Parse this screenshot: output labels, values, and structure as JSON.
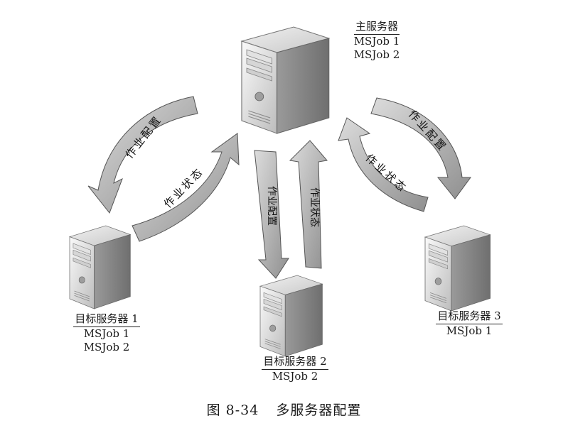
{
  "main_server": {
    "name": "主服务器",
    "jobs": [
      "MSJob 1",
      "MSJob 2"
    ]
  },
  "target_servers": [
    {
      "name": "目标服务器 1",
      "jobs": [
        "MSJob 1",
        "MSJob 2"
      ]
    },
    {
      "name": "目标服务器 2",
      "jobs": [
        "MSJob 2"
      ]
    },
    {
      "name": "目标服务器 3",
      "jobs": [
        "MSJob 1"
      ]
    }
  ],
  "arrow_labels": {
    "config": "作业配置",
    "status": "作业状态"
  },
  "caption": {
    "number": "图 8-34",
    "title": "多服务器配置"
  }
}
